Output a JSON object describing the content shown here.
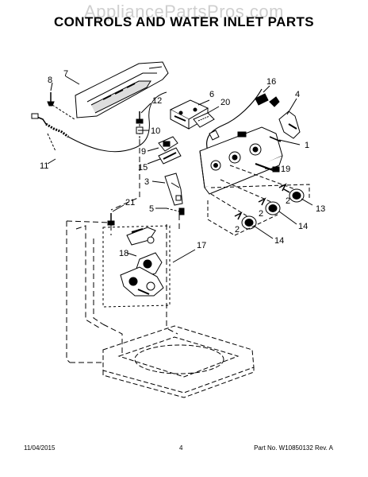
{
  "watermark": "AppliancePartsPros.com",
  "title": "CONTROLS AND WATER INLET PARTS",
  "callouts": {
    "c1": "1",
    "c2a": "2",
    "c2b": "2",
    "c2c": "2",
    "c3": "3",
    "c4": "4",
    "c5": "5",
    "c6": "6",
    "c7": "7",
    "c8": "8",
    "c9": "9",
    "c10": "10",
    "c11": "11",
    "c12": "12",
    "c13": "13",
    "c14a": "14",
    "c14b": "14",
    "c15": "15",
    "c16": "16",
    "c17": "17",
    "c18": "18",
    "c19": "19",
    "c20": "20",
    "c21": "21"
  },
  "footer": {
    "date": "11/04/2015",
    "page": "4",
    "part": "Part No. W10850132  Rev. A"
  }
}
